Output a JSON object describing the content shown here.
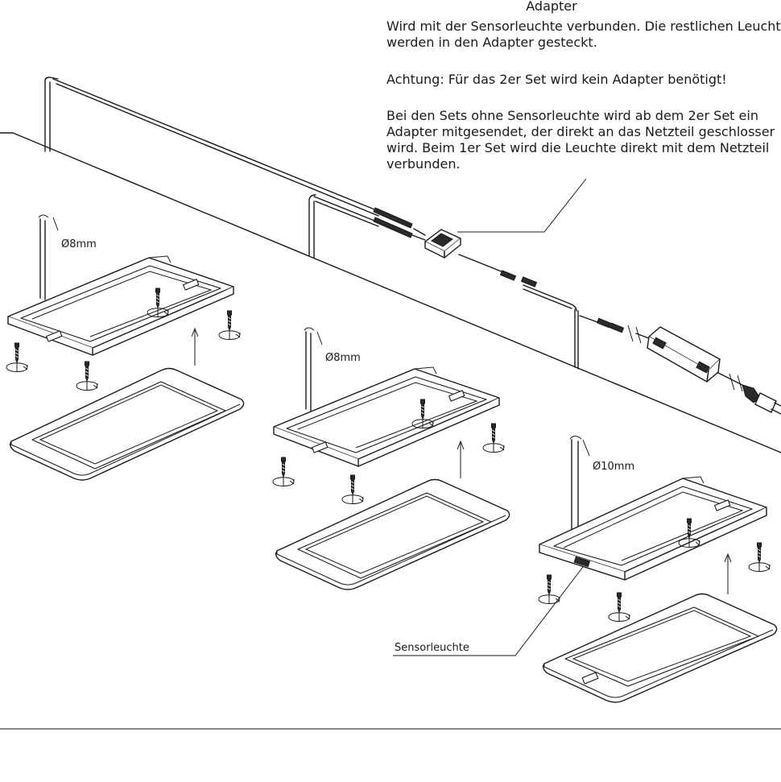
{
  "adapter_note": {
    "title": "Adapter",
    "lines": [
      "Wird mit der Sensorleuchte verbunden. Die restlichen Leucht",
      "werden in den Adapter gesteckt.",
      "",
      "Achtung: Für das 2er Set wird kein Adapter benötigt!",
      "",
      "Bei den Sets ohne Sensorleuchte wird ab dem 2er Set ein",
      "Adapter mitgesendet, der direkt an das Netzteil geschlosser",
      "wird. Beim 1er Set wird die Leuchte direkt mit dem Netzteil",
      "verbunden."
    ]
  },
  "drill_labels": {
    "lamp1": "Ø8mm",
    "lamp2": "Ø8mm",
    "lamp3": "Ø10mm"
  },
  "sensor_label": "Sensorleuchte"
}
